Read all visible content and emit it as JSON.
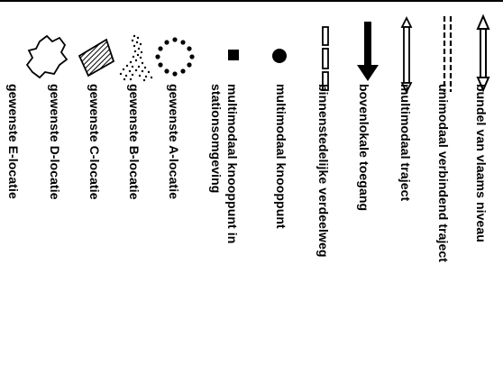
{
  "legend": {
    "items": [
      {
        "symbol": "bundel-icon",
        "label": "bundel van vlaams niveau"
      },
      {
        "symbol": "unimodaal-icon",
        "label": "unimodaal verbindend traject"
      },
      {
        "symbol": "multimodaal-traject-icon",
        "label": "multimodaal traject"
      },
      {
        "symbol": "bovenlokale-arrow-icon",
        "label": "bovenlokale toegang"
      },
      {
        "symbol": "binnenstedelijke-icon",
        "label": "binnenstedelijke verdeelweg"
      },
      {
        "symbol": "filled-circle-icon",
        "label": "multimodaal knooppunt"
      },
      {
        "symbol": "filled-square-icon",
        "label": "multimodaal knooppunt in stationsomgeving"
      },
      {
        "symbol": "dotted-ring-icon",
        "label": "gewenste A-locatie"
      },
      {
        "symbol": "dotted-blob-icon",
        "label": "gewenste B-locatie"
      },
      {
        "symbol": "hatched-shape-icon",
        "label": "gewenste C-locatie"
      },
      {
        "symbol": "outline-shape-icon",
        "label": "gewenste D-locatie"
      },
      {
        "symbol": "",
        "label": "gewenste E-locatie"
      }
    ]
  }
}
